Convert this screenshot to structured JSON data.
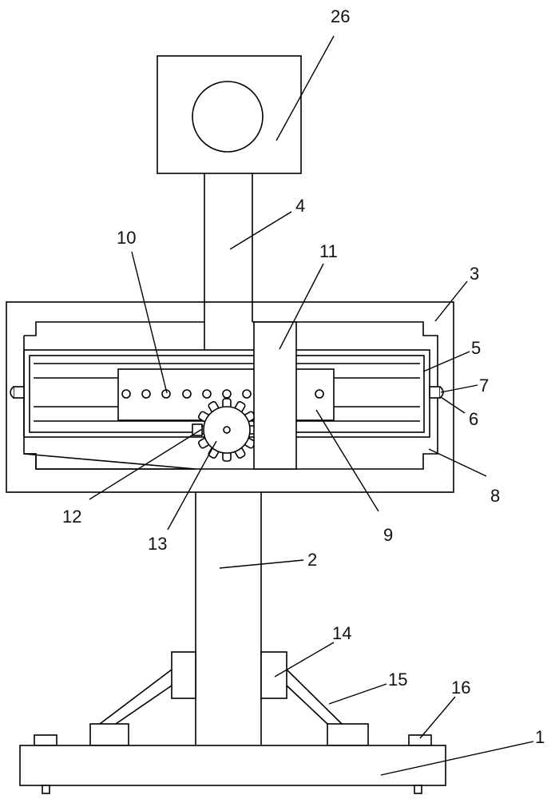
{
  "labels": {
    "l1": "1",
    "l2": "2",
    "l3": "3",
    "l4": "4",
    "l5": "5",
    "l6": "6",
    "l7": "7",
    "l8": "8",
    "l9": "9",
    "l10": "10",
    "l11": "11",
    "l12": "12",
    "l13": "13",
    "l14": "14",
    "l15": "15",
    "l16": "16",
    "l26": "26"
  }
}
